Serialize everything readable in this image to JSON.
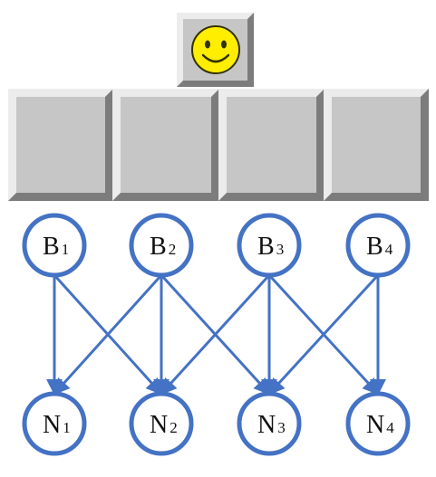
{
  "face_button": {
    "icon": "smiley-face-icon"
  },
  "tiles": [
    {
      "name": "tile-1"
    },
    {
      "name": "tile-2"
    },
    {
      "name": "tile-3"
    },
    {
      "name": "tile-4"
    }
  ],
  "top_nodes": [
    {
      "letter": "B",
      "sub": "1"
    },
    {
      "letter": "B",
      "sub": "2"
    },
    {
      "letter": "B",
      "sub": "3"
    },
    {
      "letter": "B",
      "sub": "4"
    }
  ],
  "bottom_nodes": [
    {
      "letter": "N",
      "sub": "1"
    },
    {
      "letter": "N",
      "sub": "2"
    },
    {
      "letter": "N",
      "sub": "3"
    },
    {
      "letter": "N",
      "sub": "4"
    }
  ],
  "edges": [
    {
      "from": 0,
      "to": 0
    },
    {
      "from": 0,
      "to": 1
    },
    {
      "from": 1,
      "to": 0
    },
    {
      "from": 1,
      "to": 1
    },
    {
      "from": 1,
      "to": 2
    },
    {
      "from": 2,
      "to": 1
    },
    {
      "from": 2,
      "to": 2
    },
    {
      "from": 2,
      "to": 3
    },
    {
      "from": 3,
      "to": 2
    },
    {
      "from": 3,
      "to": 3
    }
  ],
  "colors": {
    "node_stroke": "#4472c4",
    "edge": "#4472c4",
    "face_fill": "#ffee00",
    "face_stroke": "#333300"
  }
}
